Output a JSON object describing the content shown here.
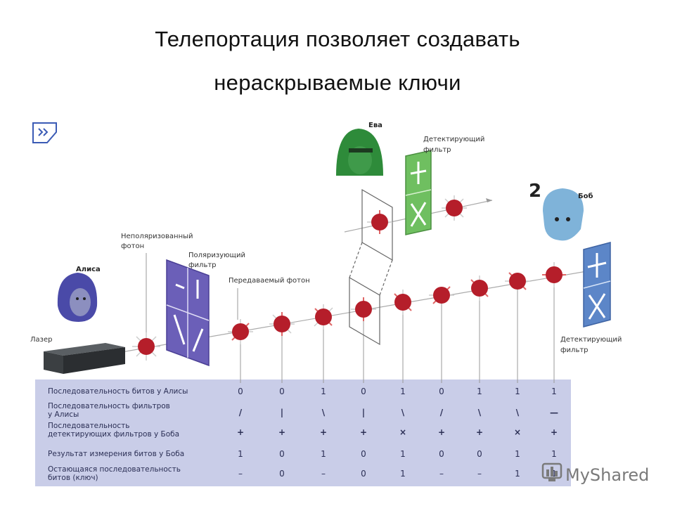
{
  "title": {
    "line1": "Телепортация позволяет создавать",
    "line2": "нераскрываемые ключи"
  },
  "labels": {
    "eve": "Ева",
    "bob": "Боб",
    "alice": "Алиса",
    "laser": "Лазер",
    "unpolarized_1": "Неполяризованный",
    "unpolarized_2": "фотон",
    "polarizing_1": "Поляризующий",
    "polarizing_2": "фильтр",
    "transmitted": "Передаваемый фотон",
    "detecting_top_1": "Детектирующий",
    "detecting_top_2": "фильтр",
    "detecting_bob_1": "Детектирующий",
    "detecting_bob_2": "фильтр",
    "number": "2"
  },
  "table": {
    "rows": [
      {
        "label": [
          "Последовательность битов у Алисы"
        ],
        "cells": [
          "0",
          "0",
          "1",
          "0",
          "1",
          "0",
          "1",
          "1",
          "1"
        ]
      },
      {
        "label": [
          "Последовательность фильтров",
          "у Алисы"
        ],
        "cells": [
          "/",
          "|",
          "\\",
          "|",
          "\\",
          "/",
          "\\",
          "\\",
          "—"
        ]
      },
      {
        "label": [
          "Последовательность",
          "детектирующих фильтров у Боба"
        ],
        "cells": [
          "+",
          "+",
          "+",
          "+",
          "×",
          "+",
          "+",
          "×",
          "+"
        ]
      },
      {
        "label": [
          "Результат измерения битов у Боба"
        ],
        "cells": [
          "1",
          "0",
          "1",
          "0",
          "1",
          "0",
          "0",
          "1",
          "1"
        ]
      },
      {
        "label": [
          "Остающаяся последовательность",
          "битов (ключ)"
        ],
        "cells": [
          "–",
          "0",
          "–",
          "0",
          "1",
          "–",
          "–",
          "1",
          "1"
        ]
      }
    ]
  },
  "watermark": "MyShared",
  "colors": {
    "table_bg": "#c9cde8",
    "photon": "#b51e2a",
    "polarizer": "#5a4fb0",
    "detector": "#5c86c8",
    "eve": "#2e8b3a",
    "bob": "#7fb3d9",
    "alice": "#4a4aa8"
  }
}
